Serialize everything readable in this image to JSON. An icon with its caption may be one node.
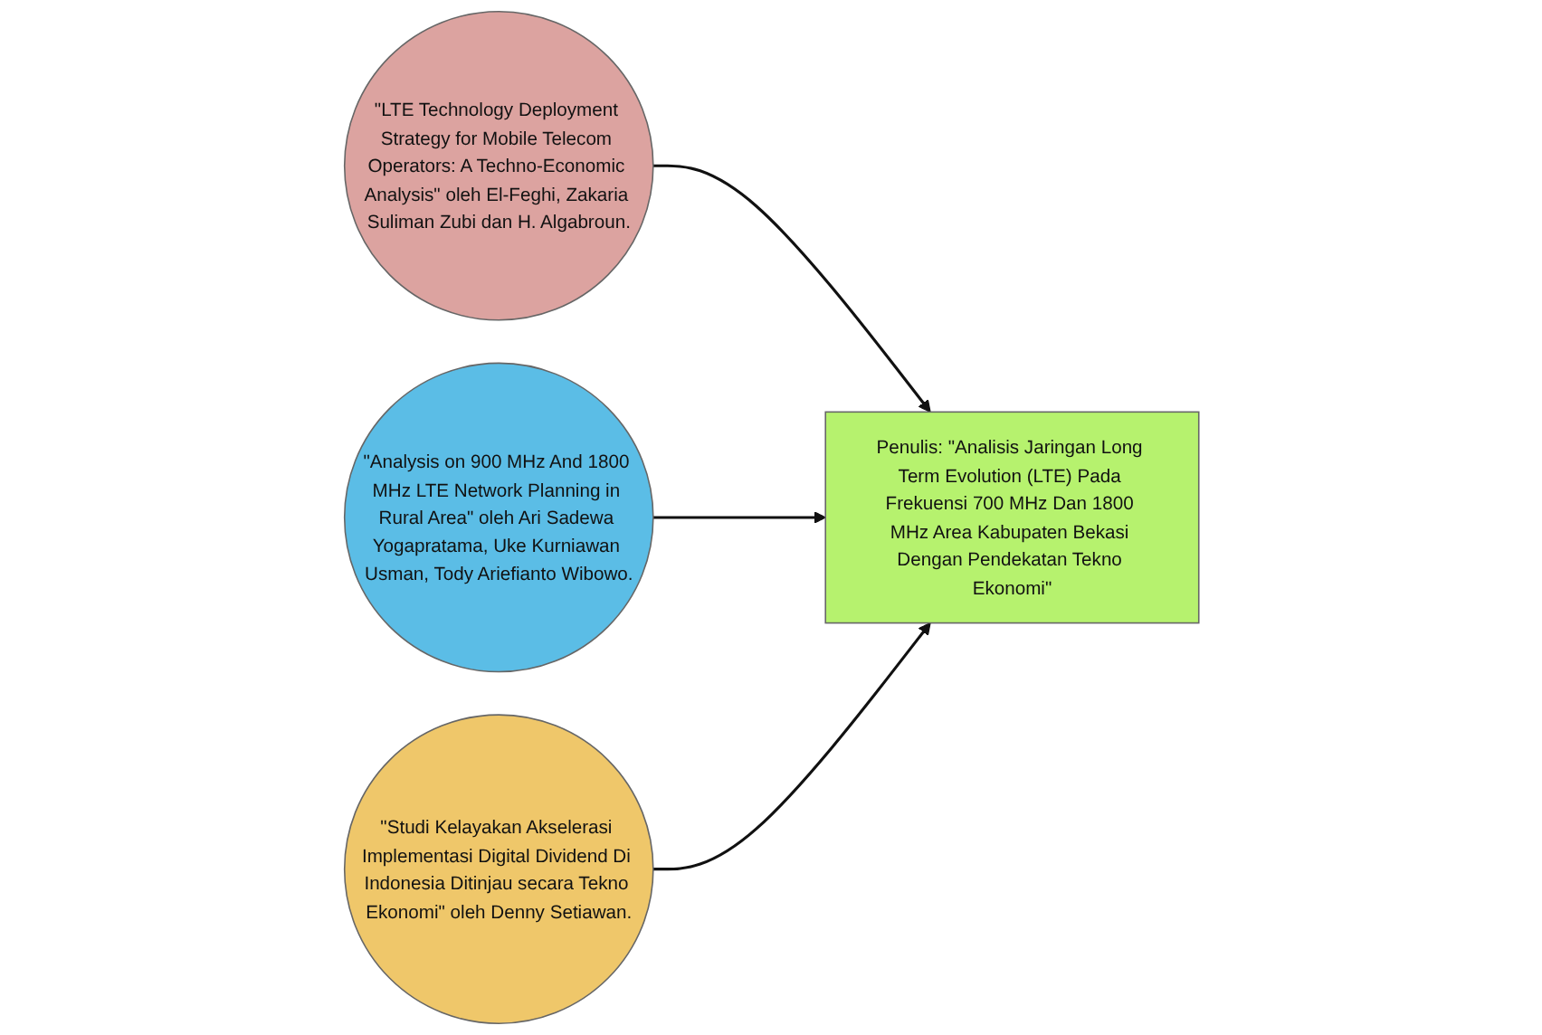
{
  "diagram": {
    "nodes": [
      {
        "text": [
          "\"LTE Technology Deployment Strategy for Mobile Telecom Operators: A Techno-Economic Analysis\" oleh El-Feghi, Zakaria Suliman Zubi dan H. Algabroun."
        ]
      },
      {
        "text": [
          "\"Analysis on 900 MHz And 1800 MHz LTE Network Planning in Rural Area\" oleh Ari Sadewa Yogapratama, Uke Kurniawan Usman, Tody Ariefianto Wibowo."
        ]
      },
      {
        "text": [
          "\"Studi Kelayakan Akselerasi Implementasi Digital Dividend Di Indonesia Ditinjau secara Tekno Ekonomi\" oleh Denny Setiawan."
        ]
      },
      {
        "text": [
          "Penulis: \"Analisis Jaringan Long Term Evolution (LTE) Pada Frekuensi 700 MHz Dan 1800 MHz Area Kabupaten Bekasi Dengan Pendekatan Tekno Ekonomi\""
        ]
      }
    ],
    "edges": [
      {
        "from": 0,
        "to": 3,
        "arrow": "to"
      },
      {
        "from": 1,
        "to": 3,
        "arrow": "to"
      },
      {
        "from": 2,
        "to": 3,
        "arrow": "to"
      }
    ]
  }
}
